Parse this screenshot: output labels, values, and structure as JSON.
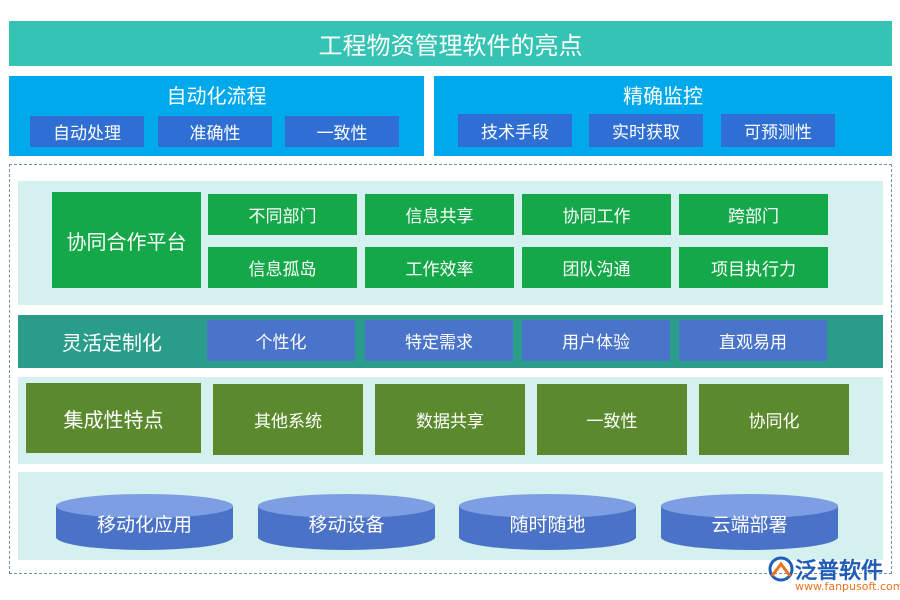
{
  "title": "工程物资管理软件的亮点",
  "automation": {
    "title": "自动化流程",
    "items": [
      "自动处理",
      "准确性",
      "一致性"
    ]
  },
  "monitoring": {
    "title": "精确监控",
    "items": [
      "技术手段",
      "实时获取",
      "可预测性"
    ]
  },
  "collaboration": {
    "title": "协同合作平台",
    "items": [
      "不同部门",
      "信息共享",
      "协同工作",
      "跨部门",
      "信息孤岛",
      "工作效率",
      "团队沟通",
      "项目执行力"
    ]
  },
  "customization": {
    "title": "灵活定制化",
    "items": [
      "个性化",
      "特定需求",
      "用户体验",
      "直观易用"
    ]
  },
  "integration": {
    "title": "集成性特点",
    "items": [
      "其他系统",
      "数据共享",
      "一致性",
      "协同化"
    ]
  },
  "mobile": {
    "items": [
      "移动化应用",
      "移动设备",
      "随时随地",
      "云端部署"
    ]
  },
  "brand": {
    "name": "泛普软件",
    "url": "www.fanpusoft.com"
  },
  "colors": {
    "title_bg": "#35c4b3",
    "panel_blue": "#00a9ec",
    "tag_blue": "#2f6fd3",
    "green": "#14a848",
    "teal": "#2a9d8a",
    "olive": "#5b8a2e",
    "band": "#d4f1ef"
  }
}
